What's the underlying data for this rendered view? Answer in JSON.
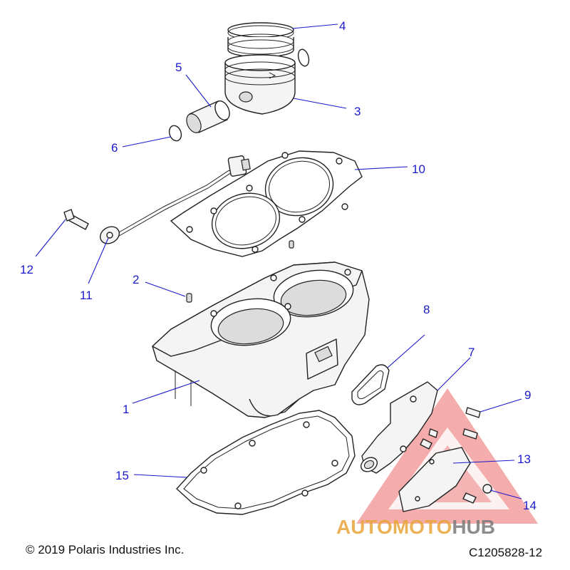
{
  "callouts": [
    {
      "n": "1"
    },
    {
      "n": "2"
    },
    {
      "n": "3"
    },
    {
      "n": "4"
    },
    {
      "n": "5"
    },
    {
      "n": "6"
    },
    {
      "n": "7"
    },
    {
      "n": "8"
    },
    {
      "n": "9"
    },
    {
      "n": "10"
    },
    {
      "n": "11"
    },
    {
      "n": "12"
    },
    {
      "n": "13"
    },
    {
      "n": "14"
    },
    {
      "n": "15"
    }
  ],
  "footer": {
    "copyright": "© 2019 Polaris Industries Inc.",
    "drawing_number": "C1205828-12"
  },
  "watermark": {
    "part1": "AUTOMOTO",
    "part2": "HUB",
    "color_primary": "#e8a53a",
    "color_secondary": "#7a7a7a",
    "triangle_color": "#e53935"
  },
  "colors": {
    "callout": "#1a1acc",
    "line_art": "#222222"
  }
}
